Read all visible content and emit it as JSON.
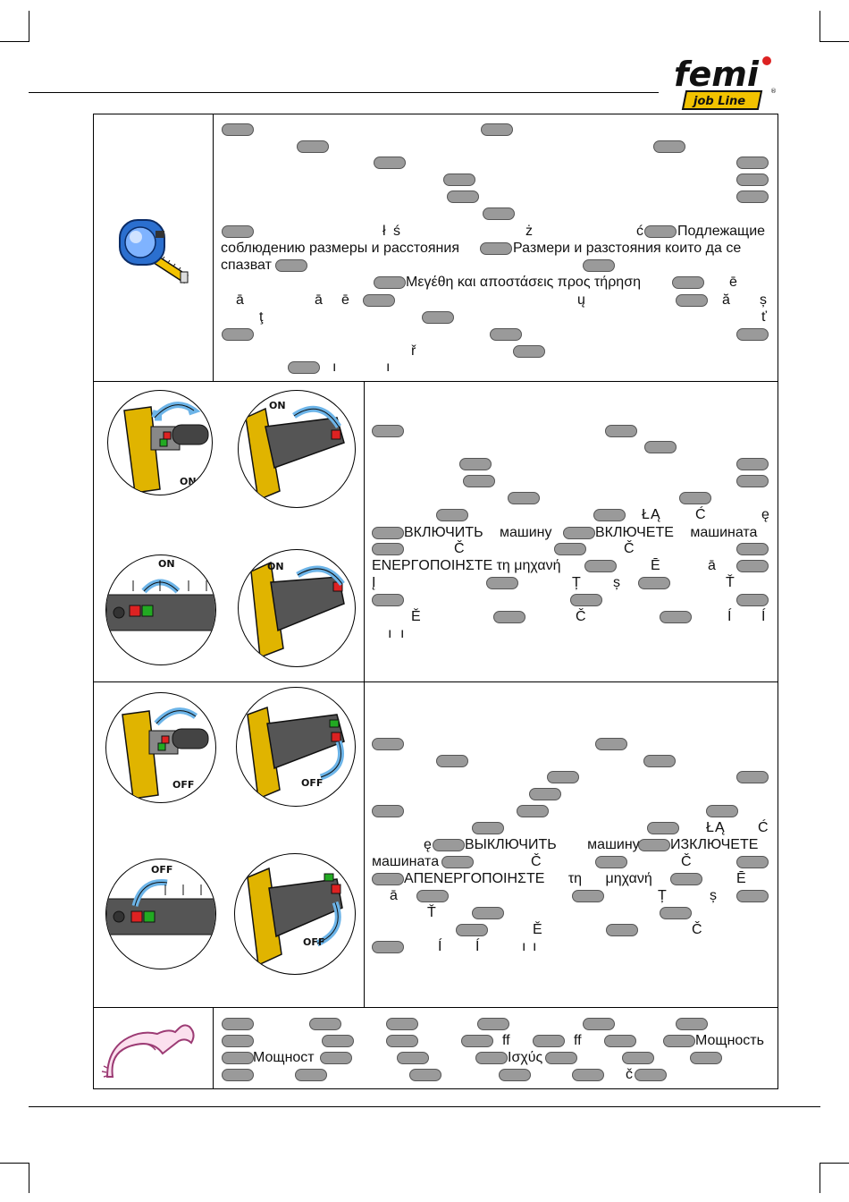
{
  "brand": {
    "name": "femi",
    "tagline": "job Line",
    "registered": "®"
  },
  "section1": {
    "icon": "tape-measure-icon",
    "chars": [
      "ł",
      "ś",
      "ż",
      "ć",
      "ā",
      "ā",
      "ē",
      "ē",
      "ų",
      "ă",
      "ș",
      "ţ",
      "ť",
      "ř",
      "ı",
      "ı"
    ],
    "ru": "Подлежащие",
    "ru2": "соблюдению размеры и расстояния",
    "bg": "Размери и разстояния  които да се",
    "bg2": "спазват",
    "el": "Μεγέθη και αποστάσεις προς τήρηση"
  },
  "section2": {
    "labels": {
      "on": "ON"
    },
    "chars": [
      "Ł",
      "Ą",
      "Ć",
      "ę",
      "Č",
      "Č",
      "Ē",
      "ā",
      "Į",
      "Ț",
      "ș",
      "Ť",
      "Ě",
      "Č",
      "Í",
      "Í",
      "ı",
      "ı"
    ],
    "ru": "ВКЛЮЧИТЬ машину",
    "bg": "ВКЛЮЧЕТЕ машината",
    "el": "ΕΝΕΡΓΟΠΟΙΗΣΤΕ τη μηχανή"
  },
  "section3": {
    "labels": {
      "off": "OFF"
    },
    "chars": [
      "Ł",
      "Ą",
      "Ć",
      "ę",
      "Č",
      "Č",
      "Ē",
      "ā",
      "Ț",
      "ș",
      "Ť",
      "Ě",
      "Č",
      "Í",
      "Í",
      "ı",
      "ı"
    ],
    "ru": "ВЫКЛЮЧИТЬ машину",
    "bg": "ИЗКЛЮЧЕТЕ",
    "bg2": "машината",
    "el": "ΑΠΕΝΕΡΓΟΠΟΙΗΣΤΕ τη μηχανή"
  },
  "section4": {
    "icon": "flexed-arm-icon",
    "chars": [
      "ff",
      "ff",
      "č"
    ],
    "ru": "Мощность",
    "bg": "Мощност",
    "el": "Ισχύς"
  }
}
